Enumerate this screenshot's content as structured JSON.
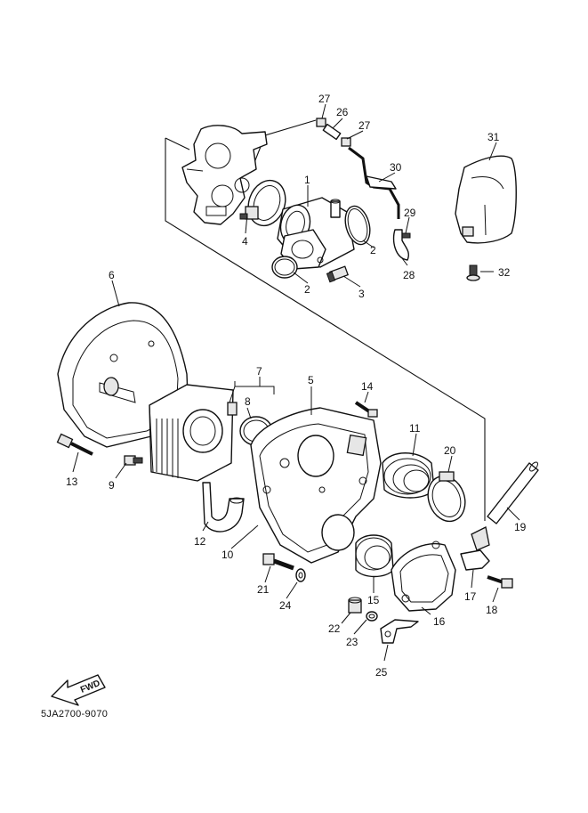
{
  "diagram_code": "5JA2700-9070",
  "fwd_label": "FWD",
  "callouts": {
    "c1": "1",
    "c2a": "2",
    "c2b": "2",
    "c3": "3",
    "c4": "4",
    "c5": "5",
    "c6": "6",
    "c7": "7",
    "c8": "8",
    "c9": "9",
    "c10": "10",
    "c11": "11",
    "c12": "12",
    "c13": "13",
    "c14": "14",
    "c15": "15",
    "c16": "16",
    "c17": "17",
    "c18": "18",
    "c19": "19",
    "c20": "20",
    "c21": "21",
    "c22": "22",
    "c23": "23",
    "c24": "24",
    "c25": "25",
    "c26": "26",
    "c27a": "27",
    "c27b": "27",
    "c28": "28",
    "c29": "29",
    "c30": "30",
    "c31": "31",
    "c32": "32"
  }
}
